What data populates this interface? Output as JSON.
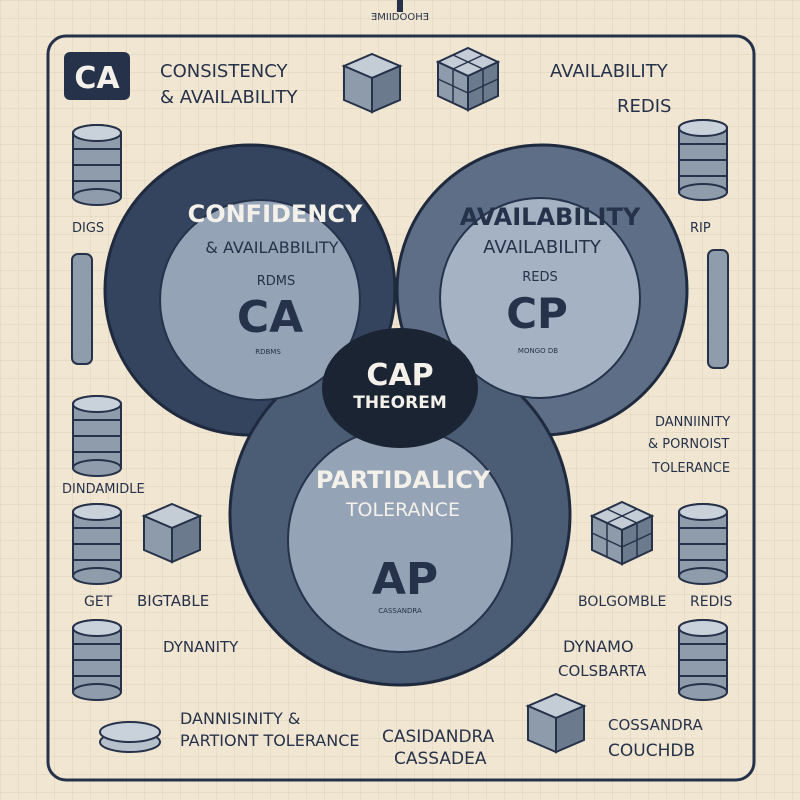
{
  "top_caption": "ƎMIIDOOHƎ",
  "corner_badge": "CA",
  "top_left": {
    "line1": "CONSISTENCY",
    "line2": "& AVAILABILITY"
  },
  "top_right": {
    "line1": "AVAILABILITY",
    "line2": "REDIS"
  },
  "left_side": {
    "label_digs": "DIGS",
    "label_dinamble": "DINDAMIDLE"
  },
  "right_side": {
    "label_rip": "RIP",
    "line1": "DANNIINITY",
    "line2": "& PORNOIST",
    "line3": "TOLERANCE"
  },
  "circle_ca": {
    "title1": "CONFIDENCY",
    "title2": "& AVAILABBILITY",
    "sub": "RDMS",
    "code": "CA",
    "small": "RDBMS"
  },
  "circle_cp": {
    "title1": "AVAILABILITY",
    "title2": "AVAILABILITY",
    "sub": "REDS",
    "code": "CP",
    "small": "MONGO DB"
  },
  "circle_ap": {
    "title1": "PARTIDALICY",
    "title2": "TOLERANCE",
    "code": "AP",
    "small": "CASSANDRA"
  },
  "center": {
    "line1": "CAP",
    "line2": "THEOREM"
  },
  "bottom_left": {
    "get": "GET",
    "bigtable": "BIGTABLE",
    "dynamity": "DYNANITY",
    "line1": "DANNISINITY &",
    "line2": "PARTIONT TOLERANCE"
  },
  "bottom_center": {
    "line1": "CASIDANDRA",
    "line2": "CASSADEA"
  },
  "bottom_right": {
    "bolgomble": "BOLGOMBLE",
    "redis": "REDIS",
    "dynamo": "DYNAMO",
    "colsbarta": "COLSBARTA",
    "cossandra": "COSSANDRA",
    "couchdb": "COUCHDB"
  },
  "colors": {
    "background": "#f1e6d2",
    "ink": "#26324a",
    "ring_dark": "#2b3a55",
    "ring_mid": "#4f6078",
    "fill_light": "#93a3b7",
    "center_dark": "#1b2433"
  }
}
